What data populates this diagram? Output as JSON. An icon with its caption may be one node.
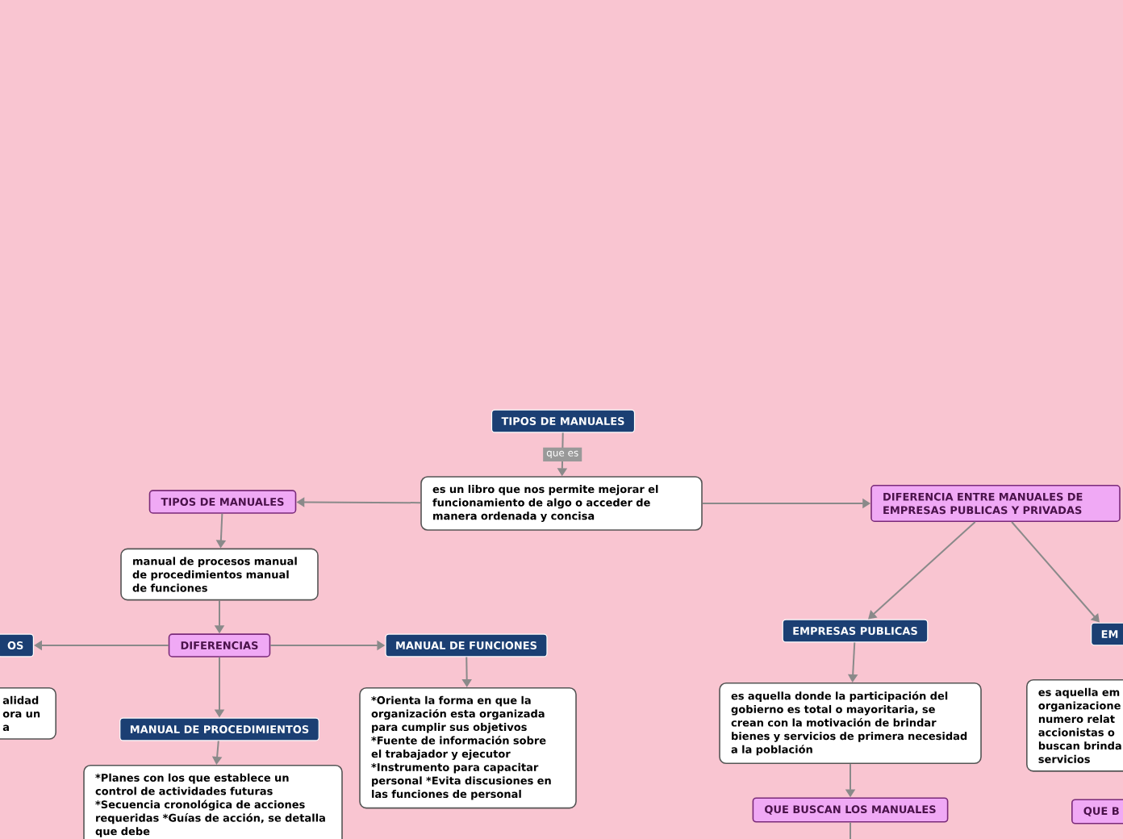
{
  "diagram": {
    "nodes": [
      {
        "text": [
          "TIPOS DE MANUALES"
        ]
      },
      {
        "text": [
          "es un libro que nos permite mejorar el funcionamiento de algo o acceder de manera ordenada y concisa"
        ]
      },
      {
        "text": [
          "TIPOS DE MANUALES"
        ]
      },
      {
        "text": [
          "DIFERENCIA ENTRE MANUALES DE EMPRESAS PUBLICAS Y PRIVADAS"
        ]
      },
      {
        "text": [
          "manual de procesos manual de procedimientos manual de funciones"
        ]
      },
      {
        "text": [
          "DIFERENCIAS"
        ]
      },
      {
        "text": [
          "OS"
        ]
      },
      {
        "text": [
          "MANUAL DE FUNCIONES"
        ]
      },
      {
        "text": [
          "MANUAL DE PROCEDIMIENTOS"
        ]
      },
      {
        "text": [
          "alidad ora un a"
        ]
      },
      {
        "text": [
          "*Orienta la forma en que la organización esta organizada para cumplir sus objetivos *Fuente de información sobre el trabajador y ejecutor *Instrumento para capacitar personal *Evita discusiones en las funciones de personal"
        ]
      },
      {
        "text": [
          "*Planes con los que establece un control de actividades futuras *Secuencia cronológica de acciones requeridas *Guías de acción, se detalla que debe"
        ]
      },
      {
        "text": [
          "EMPRESAS PUBLICAS"
        ]
      },
      {
        "text": [
          "EM"
        ]
      },
      {
        "text": [
          "es aquella donde la participación del gobierno es total o mayoritaria, se crean con la motivación de brindar bienes y servicios de primera necesidad a la población"
        ]
      },
      {
        "text": [
          "QUE BUSCAN LOS MANUALES"
        ]
      },
      {
        "text": [
          "es aquella em organizacione numero relat accionistas o buscan brinda servicios"
        ]
      },
      {
        "text": [
          "QUE B"
        ]
      }
    ],
    "edges": [
      {
        "from": 0,
        "to": 1,
        "arrow": "to",
        "label": "que es"
      },
      {
        "from": 1,
        "to": 2,
        "arrow": "to"
      },
      {
        "from": 1,
        "to": 3,
        "arrow": "to"
      },
      {
        "from": 2,
        "to": 4,
        "arrow": "to"
      },
      {
        "from": 4,
        "to": 5,
        "arrow": "to"
      },
      {
        "from": 5,
        "to": 6,
        "arrow": "to"
      },
      {
        "from": 5,
        "to": 7,
        "arrow": "to"
      },
      {
        "from": 5,
        "to": 8,
        "arrow": "to"
      },
      {
        "from": 7,
        "to": 10,
        "arrow": "to"
      },
      {
        "from": 8,
        "to": 11,
        "arrow": "to"
      },
      {
        "from": 3,
        "to": 12,
        "arrow": "to"
      },
      {
        "from": 3,
        "to": 13,
        "arrow": "to"
      },
      {
        "from": 12,
        "to": 14,
        "arrow": "to"
      },
      {
        "from": 14,
        "to": 15,
        "arrow": "to"
      },
      {
        "from": 15,
        "to": null,
        "arrow": "none"
      }
    ]
  }
}
